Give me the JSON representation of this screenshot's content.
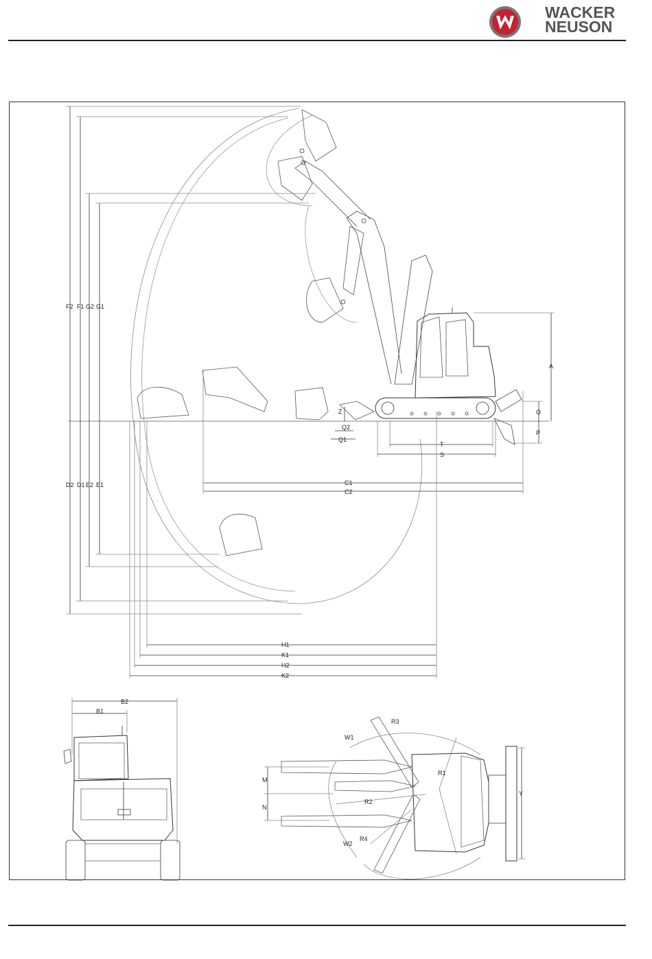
{
  "header": {
    "brand_line1": "WACKER",
    "brand_line2": "NEUSON",
    "emblem_letter": "W",
    "brand_color": "#555555",
    "emblem_red": "#c8202f"
  },
  "side_view": {
    "vertical_labels_upper": [
      "F2",
      "F1",
      "G2",
      "G1"
    ],
    "vertical_labels_lower": [
      "D2",
      "D1",
      "E2",
      "E1"
    ],
    "right_labels": [
      "A",
      "O",
      "P"
    ],
    "near_bucket_labels": [
      "Z",
      "Q2",
      "Q1"
    ],
    "track_labels": [
      "T",
      "S"
    ],
    "reach_labels": [
      "C1",
      "C2"
    ],
    "bottom_labels": [
      "H1",
      "K1",
      "H2",
      "K2"
    ]
  },
  "front_view": {
    "labels": [
      "B2",
      "B1"
    ]
  },
  "top_view": {
    "labels": [
      "R3",
      "W1",
      "M",
      "N",
      "R1",
      "R2",
      "R4",
      "W2",
      "Y"
    ]
  }
}
